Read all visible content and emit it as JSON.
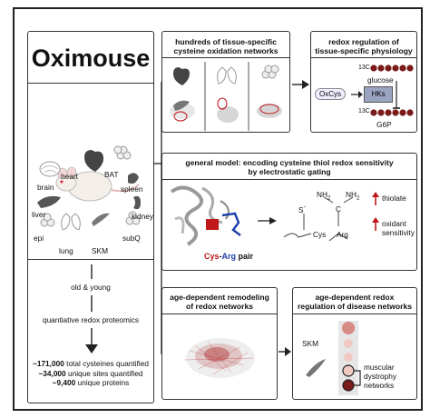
{
  "left_panel": {
    "title": "Oximouse",
    "tissues": [
      "brain",
      "heart",
      "BAT",
      "spleen",
      "liver",
      "kidney",
      "epi",
      "lung",
      "SKM",
      "subQ"
    ],
    "ages": "old & young",
    "method": "quantiative redox proteomics",
    "stats": [
      {
        "bold": "~171,000",
        "rest": " total cysteines quantified"
      },
      {
        "bold": "~34,000",
        "rest": " unique sites quantified"
      },
      {
        "bold": "~9,400",
        "rest": " unique proteins"
      }
    ]
  },
  "panel_networks": {
    "title_line1": "hundreds of tissue-specific",
    "title_line2": "cysteine oxidation networks"
  },
  "panel_physiology": {
    "title_line1": "redox regulation of",
    "title_line2": "tissue-specific physiology",
    "glucose_label": "glucose",
    "g6p_label": "G6P",
    "c13_top": "13C",
    "c13_bottom": "13C",
    "oxcys": "OxCys",
    "hks": "HKs"
  },
  "panel_model": {
    "title_line1": "general model: encoding cysteine thiol redox sensitivity",
    "title_line2": "by electrostatic gating",
    "pair_cys": "Cys",
    "pair_dash": "-",
    "pair_arg": "Arg",
    "pair_rest": " pair",
    "s_label": "S",
    "s_charge": "-",
    "cys_label": "Cys",
    "nh2_left": "NH",
    "nh2_right": "NH",
    "c_label": "C",
    "arg_label": "Arg",
    "thiolate": "thiolate",
    "oxidant_line1": "oxidant",
    "oxidant_line2": "sensitivity"
  },
  "panel_aging": {
    "title_line1": "age-dependent remodeling",
    "title_line2": "of redox networks"
  },
  "panel_disease": {
    "title_line1": "age-dependent redox",
    "title_line2": "regulation of disease networks",
    "skm": "SKM",
    "network_line1": "muscular",
    "network_line2": "dystrophy",
    "network_line3": "networks"
  },
  "colors": {
    "background": "#c9cbe9",
    "accent_red": "#c0171b",
    "accent_blue": "#1a3ea8",
    "dot_dark": "#7a1a1a",
    "dot_mid": "#d78a84",
    "dot_light": "#f1c9c3"
  }
}
